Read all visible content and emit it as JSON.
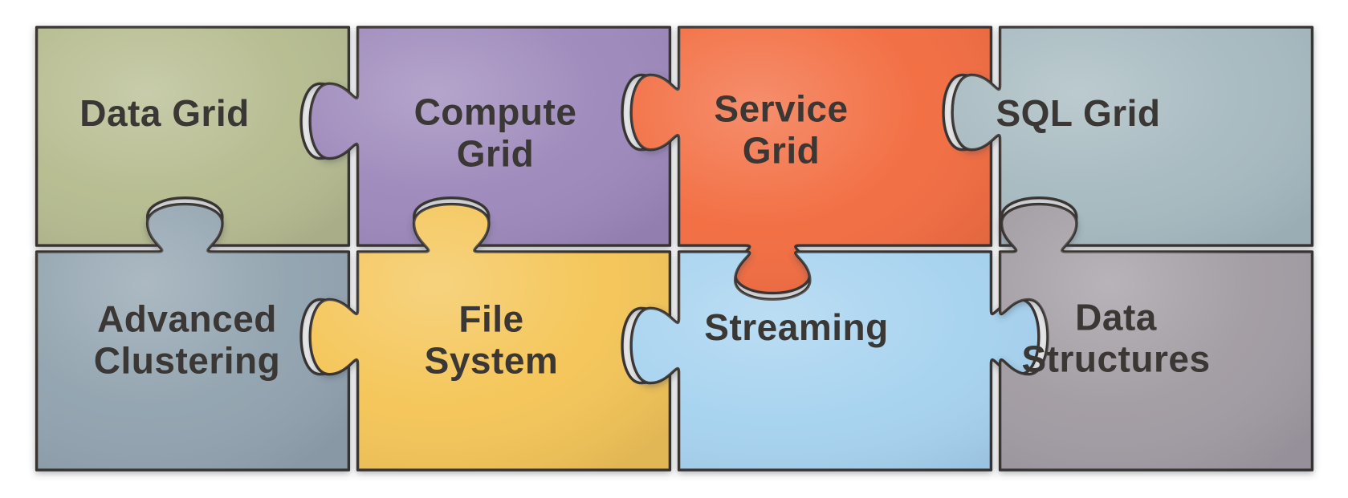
{
  "diagram": {
    "background": "#ffffff",
    "outline_color": "#35302e",
    "text_color": "#3b3734",
    "pieces": [
      {
        "id": "data-grid",
        "label": "Data Grid",
        "color": "#b5bb8e"
      },
      {
        "id": "compute-grid",
        "label": "Compute Grid",
        "color": "#9c87ba"
      },
      {
        "id": "service-grid",
        "label": "Service Grid",
        "color": "#f2693c"
      },
      {
        "id": "sql-grid",
        "label": "SQL Grid",
        "color": "#a5b9bf"
      },
      {
        "id": "advanced-clustering",
        "label": "Advanced Clustering",
        "color": "#90a2ae"
      },
      {
        "id": "file-system",
        "label": "File System",
        "color": "#f4c454"
      },
      {
        "id": "streaming",
        "label": "Streaming",
        "color": "#a5d2ef"
      },
      {
        "id": "data-structures",
        "label": "Data Structures",
        "color": "#a09aa1"
      }
    ]
  }
}
